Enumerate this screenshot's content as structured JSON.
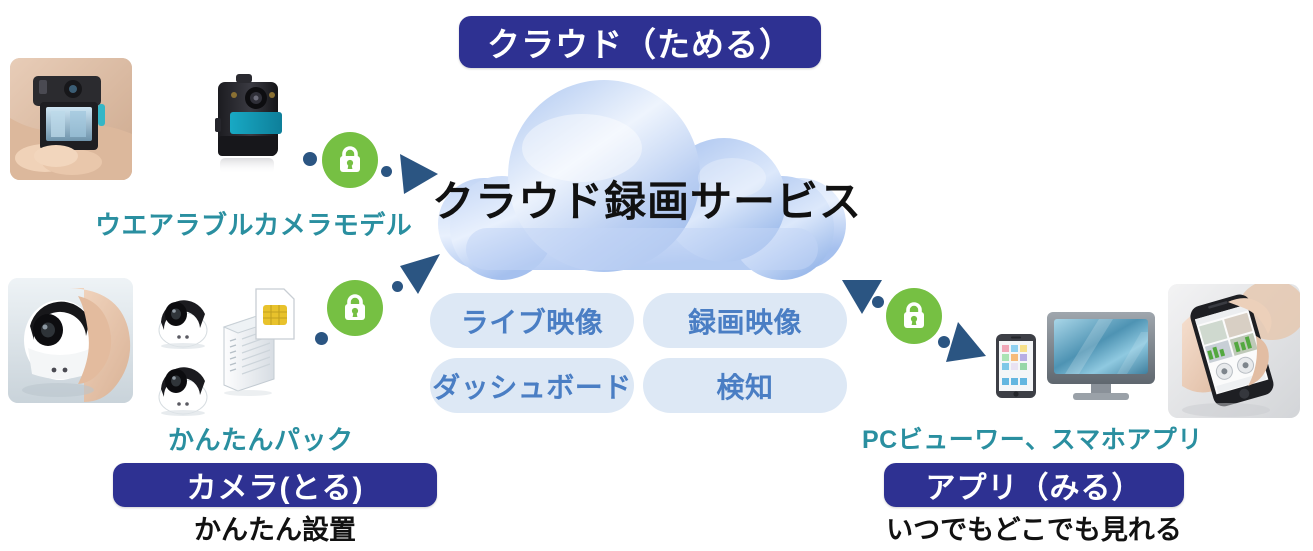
{
  "diagram": {
    "title_badges": {
      "cloud": "クラウド（ためる）",
      "camera": "カメラ(とる)",
      "app": "アプリ（みる）"
    },
    "captions": {
      "camera_sub": "かんたん設置",
      "app_sub": "いつでもどこでも見れる",
      "wearable": "ウエアラブルカメラモデル",
      "pack": "かんたんパック",
      "viewer": "PCビューワー、スマホアプリ"
    },
    "cloud": {
      "service_title": "クラウド録画サービス",
      "features": [
        {
          "label": "ライブ映像"
        },
        {
          "label": "録画映像"
        },
        {
          "label": "ダッシュボード"
        },
        {
          "label": "検知"
        }
      ]
    },
    "icons": {
      "lock_left_top": "padlock-icon",
      "lock_left_bottom": "padlock-icon",
      "lock_right": "padlock-icon"
    },
    "colors": {
      "badge_blue": "#2e3192",
      "pill_bg": "#dde8f5",
      "pill_text": "#4a7ec4",
      "teal": "#2a8fa0",
      "lock_green": "#76c043",
      "arrow_blue": "#2b5582",
      "cloud_light": "#eaf2fd",
      "cloud_mid": "#a8c4ee"
    }
  }
}
